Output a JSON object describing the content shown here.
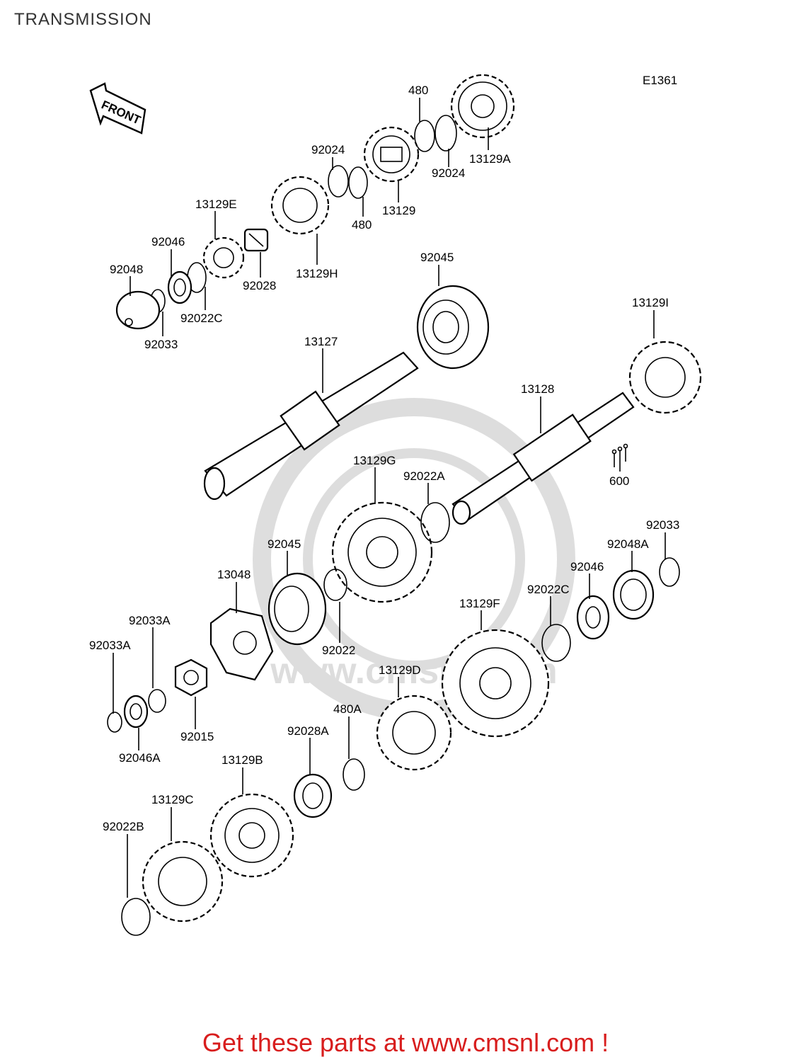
{
  "title": "TRANSMISSION",
  "figure_code": "E1361",
  "front_arrow_label": "FRONT",
  "watermark": "www.cmsnl.com",
  "labels": [
    {
      "id": "l480-top",
      "text": "480"
    },
    {
      "id": "l92024-a",
      "text": "92024"
    },
    {
      "id": "l13129A",
      "text": "13129A"
    },
    {
      "id": "l92024-b",
      "text": "92024"
    },
    {
      "id": "l13129",
      "text": "13129"
    },
    {
      "id": "l480-mid",
      "text": "480"
    },
    {
      "id": "l13129E",
      "text": "13129E"
    },
    {
      "id": "l92046-top",
      "text": "92046"
    },
    {
      "id": "l92048",
      "text": "92048"
    },
    {
      "id": "l92028",
      "text": "92028"
    },
    {
      "id": "l13129H",
      "text": "13129H"
    },
    {
      "id": "l92022C-top",
      "text": "92022C"
    },
    {
      "id": "l92033-top",
      "text": "92033"
    },
    {
      "id": "l92045-top",
      "text": "92045"
    },
    {
      "id": "l13127",
      "text": "13127"
    },
    {
      "id": "l13129I",
      "text": "13129I"
    },
    {
      "id": "l13128",
      "text": "13128"
    },
    {
      "id": "l600",
      "text": "600"
    },
    {
      "id": "l13129G",
      "text": "13129G"
    },
    {
      "id": "l92022A",
      "text": "92022A"
    },
    {
      "id": "l92033-right",
      "text": "92033"
    },
    {
      "id": "l92048A",
      "text": "92048A"
    },
    {
      "id": "l92045-mid",
      "text": "92045"
    },
    {
      "id": "l92046-right",
      "text": "92046"
    },
    {
      "id": "l13048",
      "text": "13048"
    },
    {
      "id": "l92022C-right",
      "text": "92022C"
    },
    {
      "id": "l13129F",
      "text": "13129F"
    },
    {
      "id": "l92033A-a",
      "text": "92033A"
    },
    {
      "id": "l92033A-b",
      "text": "92033A"
    },
    {
      "id": "l92022",
      "text": "92022"
    },
    {
      "id": "l13129D",
      "text": "13129D"
    },
    {
      "id": "l92015",
      "text": "92015"
    },
    {
      "id": "l480A",
      "text": "480A"
    },
    {
      "id": "l92046A",
      "text": "92046A"
    },
    {
      "id": "l92028A",
      "text": "92028A"
    },
    {
      "id": "l13129B",
      "text": "13129B"
    },
    {
      "id": "l13129C",
      "text": "13129C"
    },
    {
      "id": "l92022B",
      "text": "92022B"
    }
  ],
  "footer": "Get these parts at www.cmsnl.com !"
}
